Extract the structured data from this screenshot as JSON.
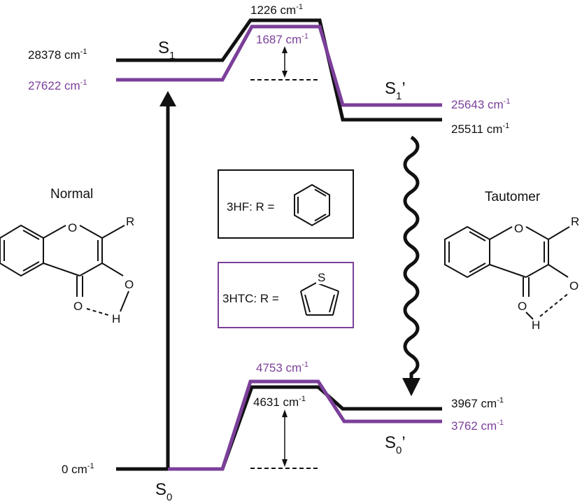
{
  "colors": {
    "black": "#111111",
    "purple": "#7b3f9a"
  },
  "levels": {
    "s1_black": "28378 cm",
    "s1_purple": "27622 cm",
    "ts1_black": "1226 cm",
    "ts1_purple": "1687 cm",
    "s1p_purple": "25643 cm",
    "s1p_black": "25511 cm",
    "ts0_purple": "4753 cm",
    "ts0_black": "4631 cm",
    "s0p_black": "3967 cm",
    "s0p_purple": "3762 cm",
    "s0": "0 cm",
    "unit_sup": "-1"
  },
  "states": {
    "s1": "S",
    "s1_sub": "1",
    "s1p": "S",
    "s1p_sub": "1",
    "s1p_prime": "’",
    "s0": "S",
    "s0_sub": "0",
    "s0p": "S",
    "s0p_sub": "0",
    "s0p_prime": "’"
  },
  "molecules": {
    "normal_title": "Normal",
    "tautomer_title": "Tautomer",
    "atom_O": "O",
    "atom_H": "H",
    "atom_R": "R",
    "atom_S": "S"
  },
  "legend": {
    "hf": "3HF: R =",
    "htc": "3HTC: R ="
  }
}
